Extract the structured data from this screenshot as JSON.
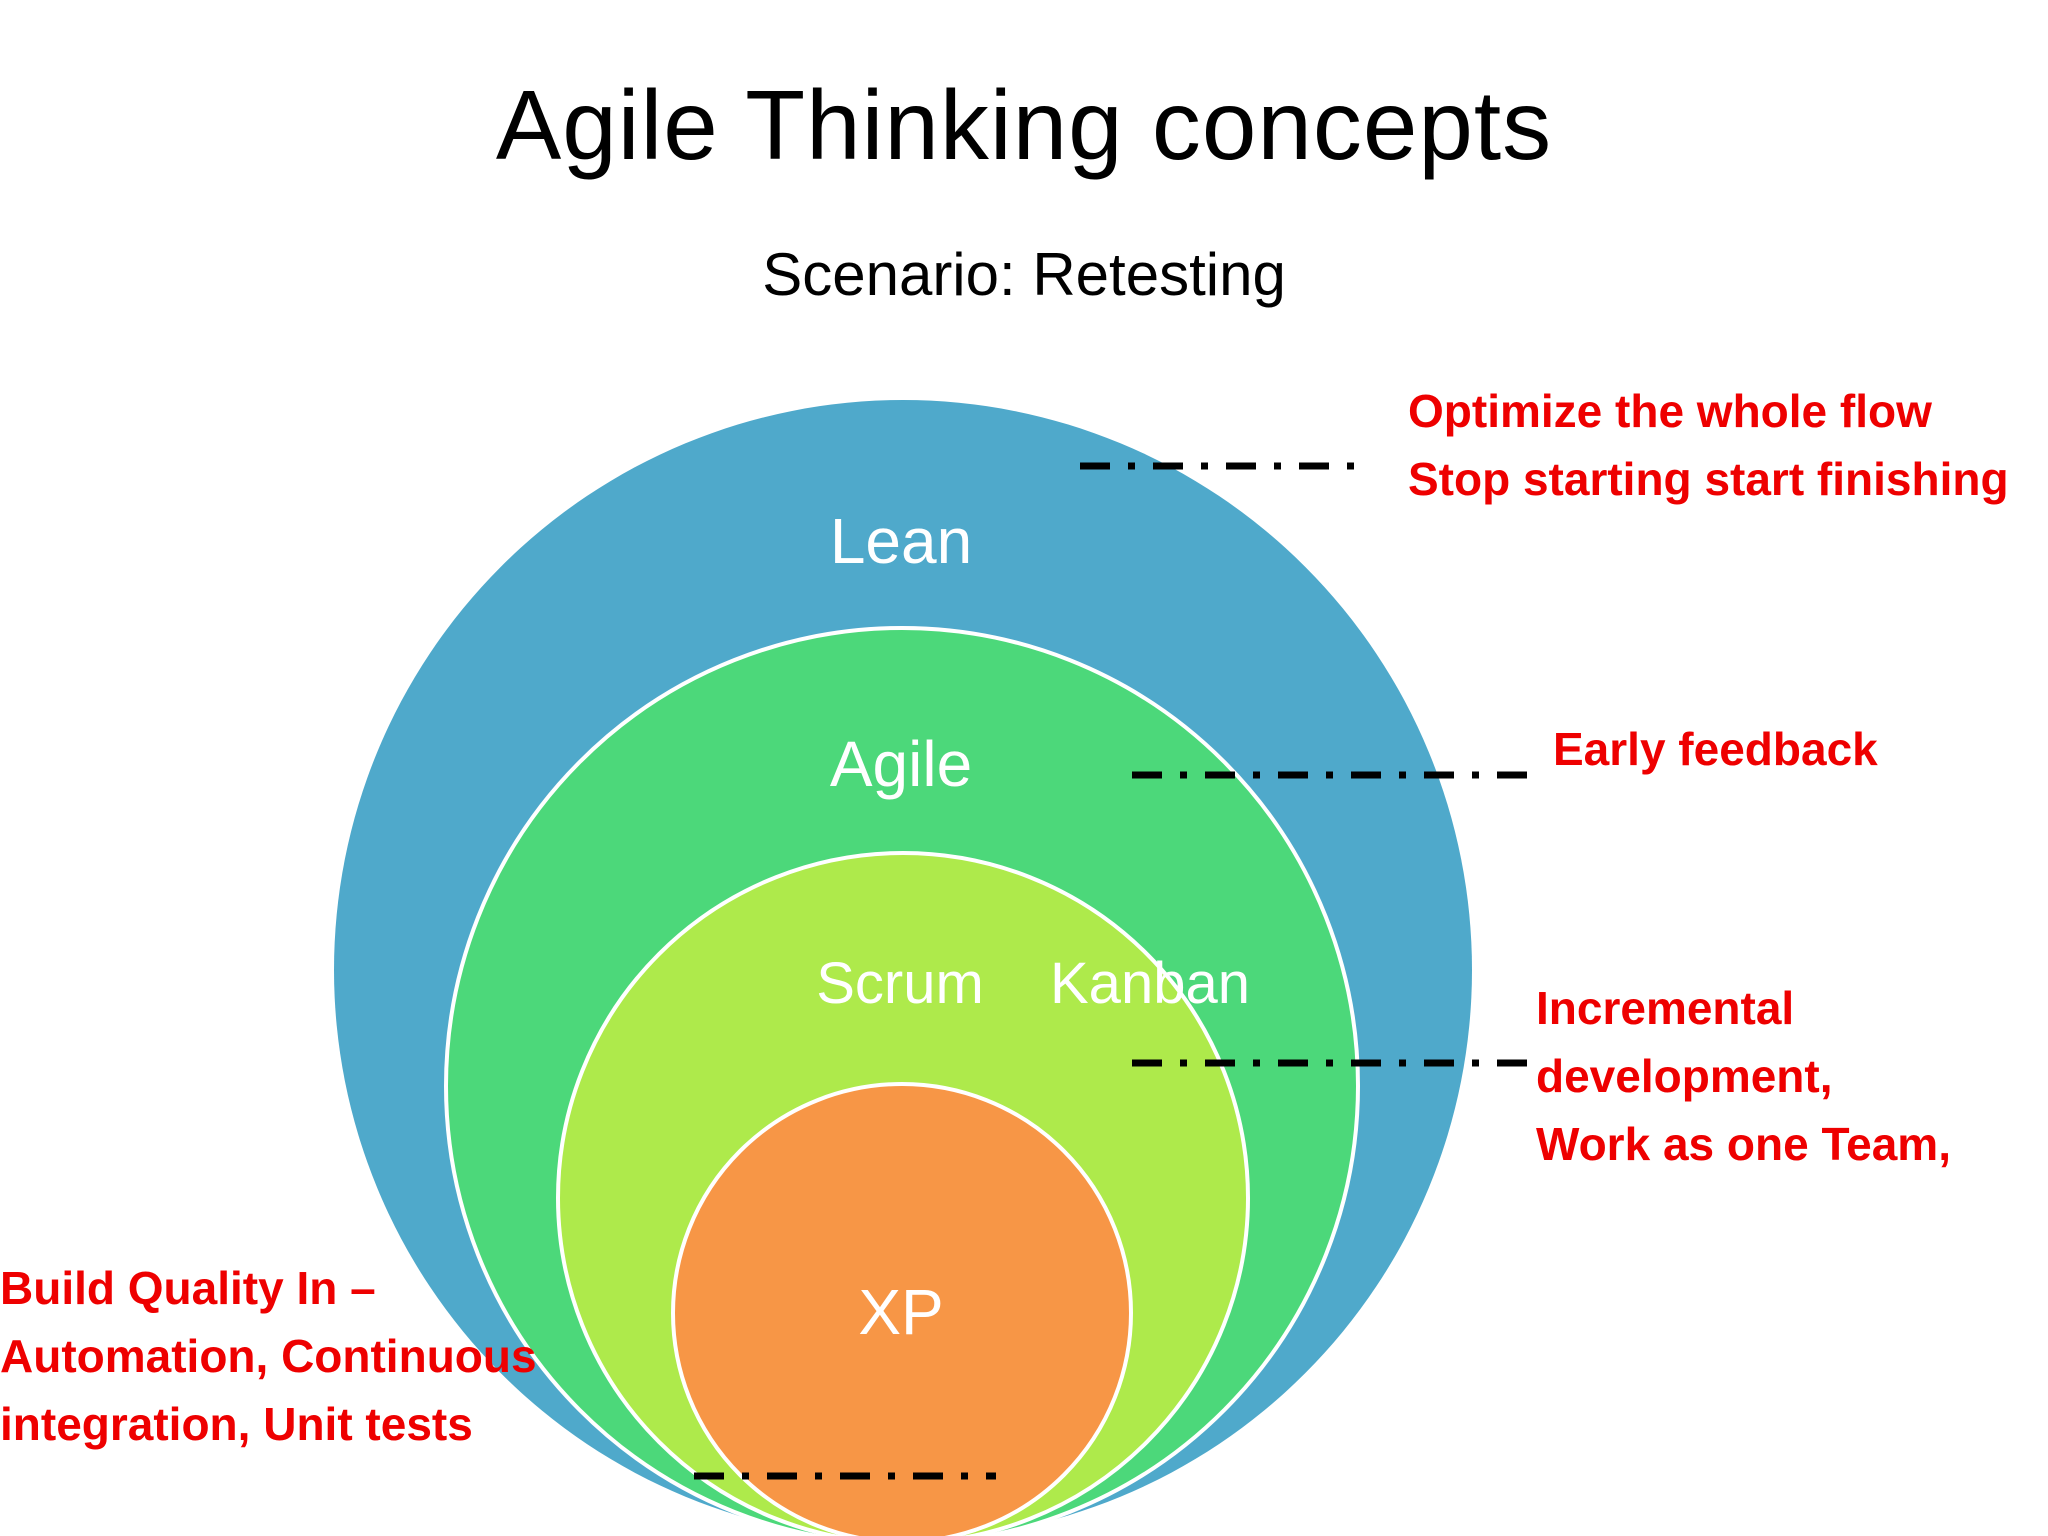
{
  "title": "Agile Thinking concepts",
  "subtitle": "Scenario: Retesting",
  "colors": {
    "lean": "#4fa9cb",
    "agile": "#4cd87a",
    "scrum_kanban": "#aeea4b",
    "xp": "#f79646",
    "note_text": "#ee0000",
    "connector": "#000000"
  },
  "circles": {
    "lean": "Lean",
    "agile": "Agile",
    "scrum": "Scrum",
    "kanban": "Kanban",
    "xp": "XP"
  },
  "notes": {
    "lean": [
      "Optimize the whole flow",
      "Stop starting start finishing"
    ],
    "agile": [
      "Early feedback"
    ],
    "scrum_kanban": [
      "Incremental",
      "development,",
      "Work as one Team,"
    ],
    "xp": [
      "Build Quality In –",
      "Automation, Continuous",
      "integration, Unit tests"
    ]
  }
}
